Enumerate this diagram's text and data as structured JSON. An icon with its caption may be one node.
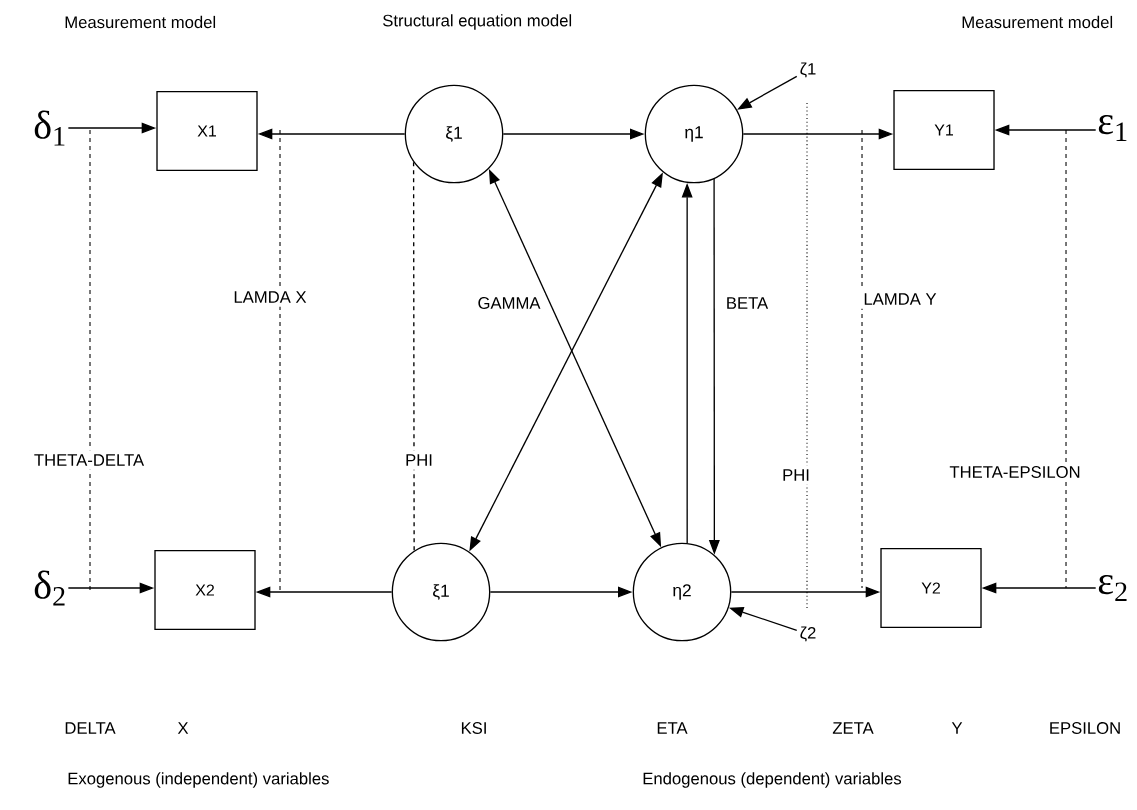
{
  "diagram": {
    "nodes": [
      {
        "text": [
          "δ$_{1}$"
        ]
      },
      {
        "text": [
          "X1"
        ]
      },
      {
        "text": [
          "ξ1"
        ]
      },
      {
        "text": [
          "η1"
        ]
      },
      {
        "text": [
          "ζ1"
        ]
      },
      {
        "text": [
          "Y1"
        ]
      },
      {
        "text": [
          "ε$_{1}$"
        ]
      },
      {
        "text": [
          "δ$_{2}$"
        ]
      },
      {
        "text": [
          "X2"
        ]
      },
      {
        "text": [
          "ξ1"
        ]
      },
      {
        "text": [
          "η2"
        ]
      },
      {
        "text": [
          "ζ2"
        ]
      },
      {
        "text": [
          "Y2"
        ]
      },
      {
        "text": [
          "ε$_{2}$"
        ]
      }
    ],
    "edges": [
      {
        "from": 0,
        "to": 1,
        "arrow": "to"
      },
      {
        "from": 2,
        "to": 1,
        "arrow": "to"
      },
      {
        "from": 2,
        "to": 3,
        "arrow": "to"
      },
      {
        "from": 4,
        "to": 3,
        "arrow": "to"
      },
      {
        "from": 3,
        "to": 5,
        "arrow": "to"
      },
      {
        "from": 6,
        "to": 5,
        "arrow": "to"
      },
      {
        "from": 7,
        "to": 8,
        "arrow": "to"
      },
      {
        "from": 9,
        "to": 8,
        "arrow": "to"
      },
      {
        "from": 9,
        "to": 10,
        "arrow": "to"
      },
      {
        "from": 11,
        "to": 10,
        "arrow": "to"
      },
      {
        "from": 10,
        "to": 12,
        "arrow": "to"
      },
      {
        "from": 13,
        "to": 12,
        "arrow": "to"
      },
      {
        "from": 3,
        "to": 9,
        "arrow": "both"
      },
      {
        "from": 2,
        "to": 10,
        "arrow": "both",
        "label": "GAMMA"
      },
      {
        "from": 3,
        "to": 10,
        "arrow": "to",
        "label": "BETA"
      },
      {
        "from": 10,
        "to": 3,
        "arrow": "to"
      },
      {
        "from": 2,
        "to": 9,
        "arrow": "none",
        "style": "dashed",
        "label": "PHI"
      }
    ],
    "labels": [
      "Measurement model",
      "Structural equation model",
      "Measurement model",
      "LAMDA X",
      "LAMDA Y",
      "THETA-DELTA",
      "PHI",
      "THETA-EPSILON",
      "DELTA",
      "X",
      "KSI",
      "ETA",
      "ZETA",
      "Y",
      "EPSILON",
      "Exogenous (independent) variables",
      "Endogenous (dependent) variables"
    ]
  }
}
